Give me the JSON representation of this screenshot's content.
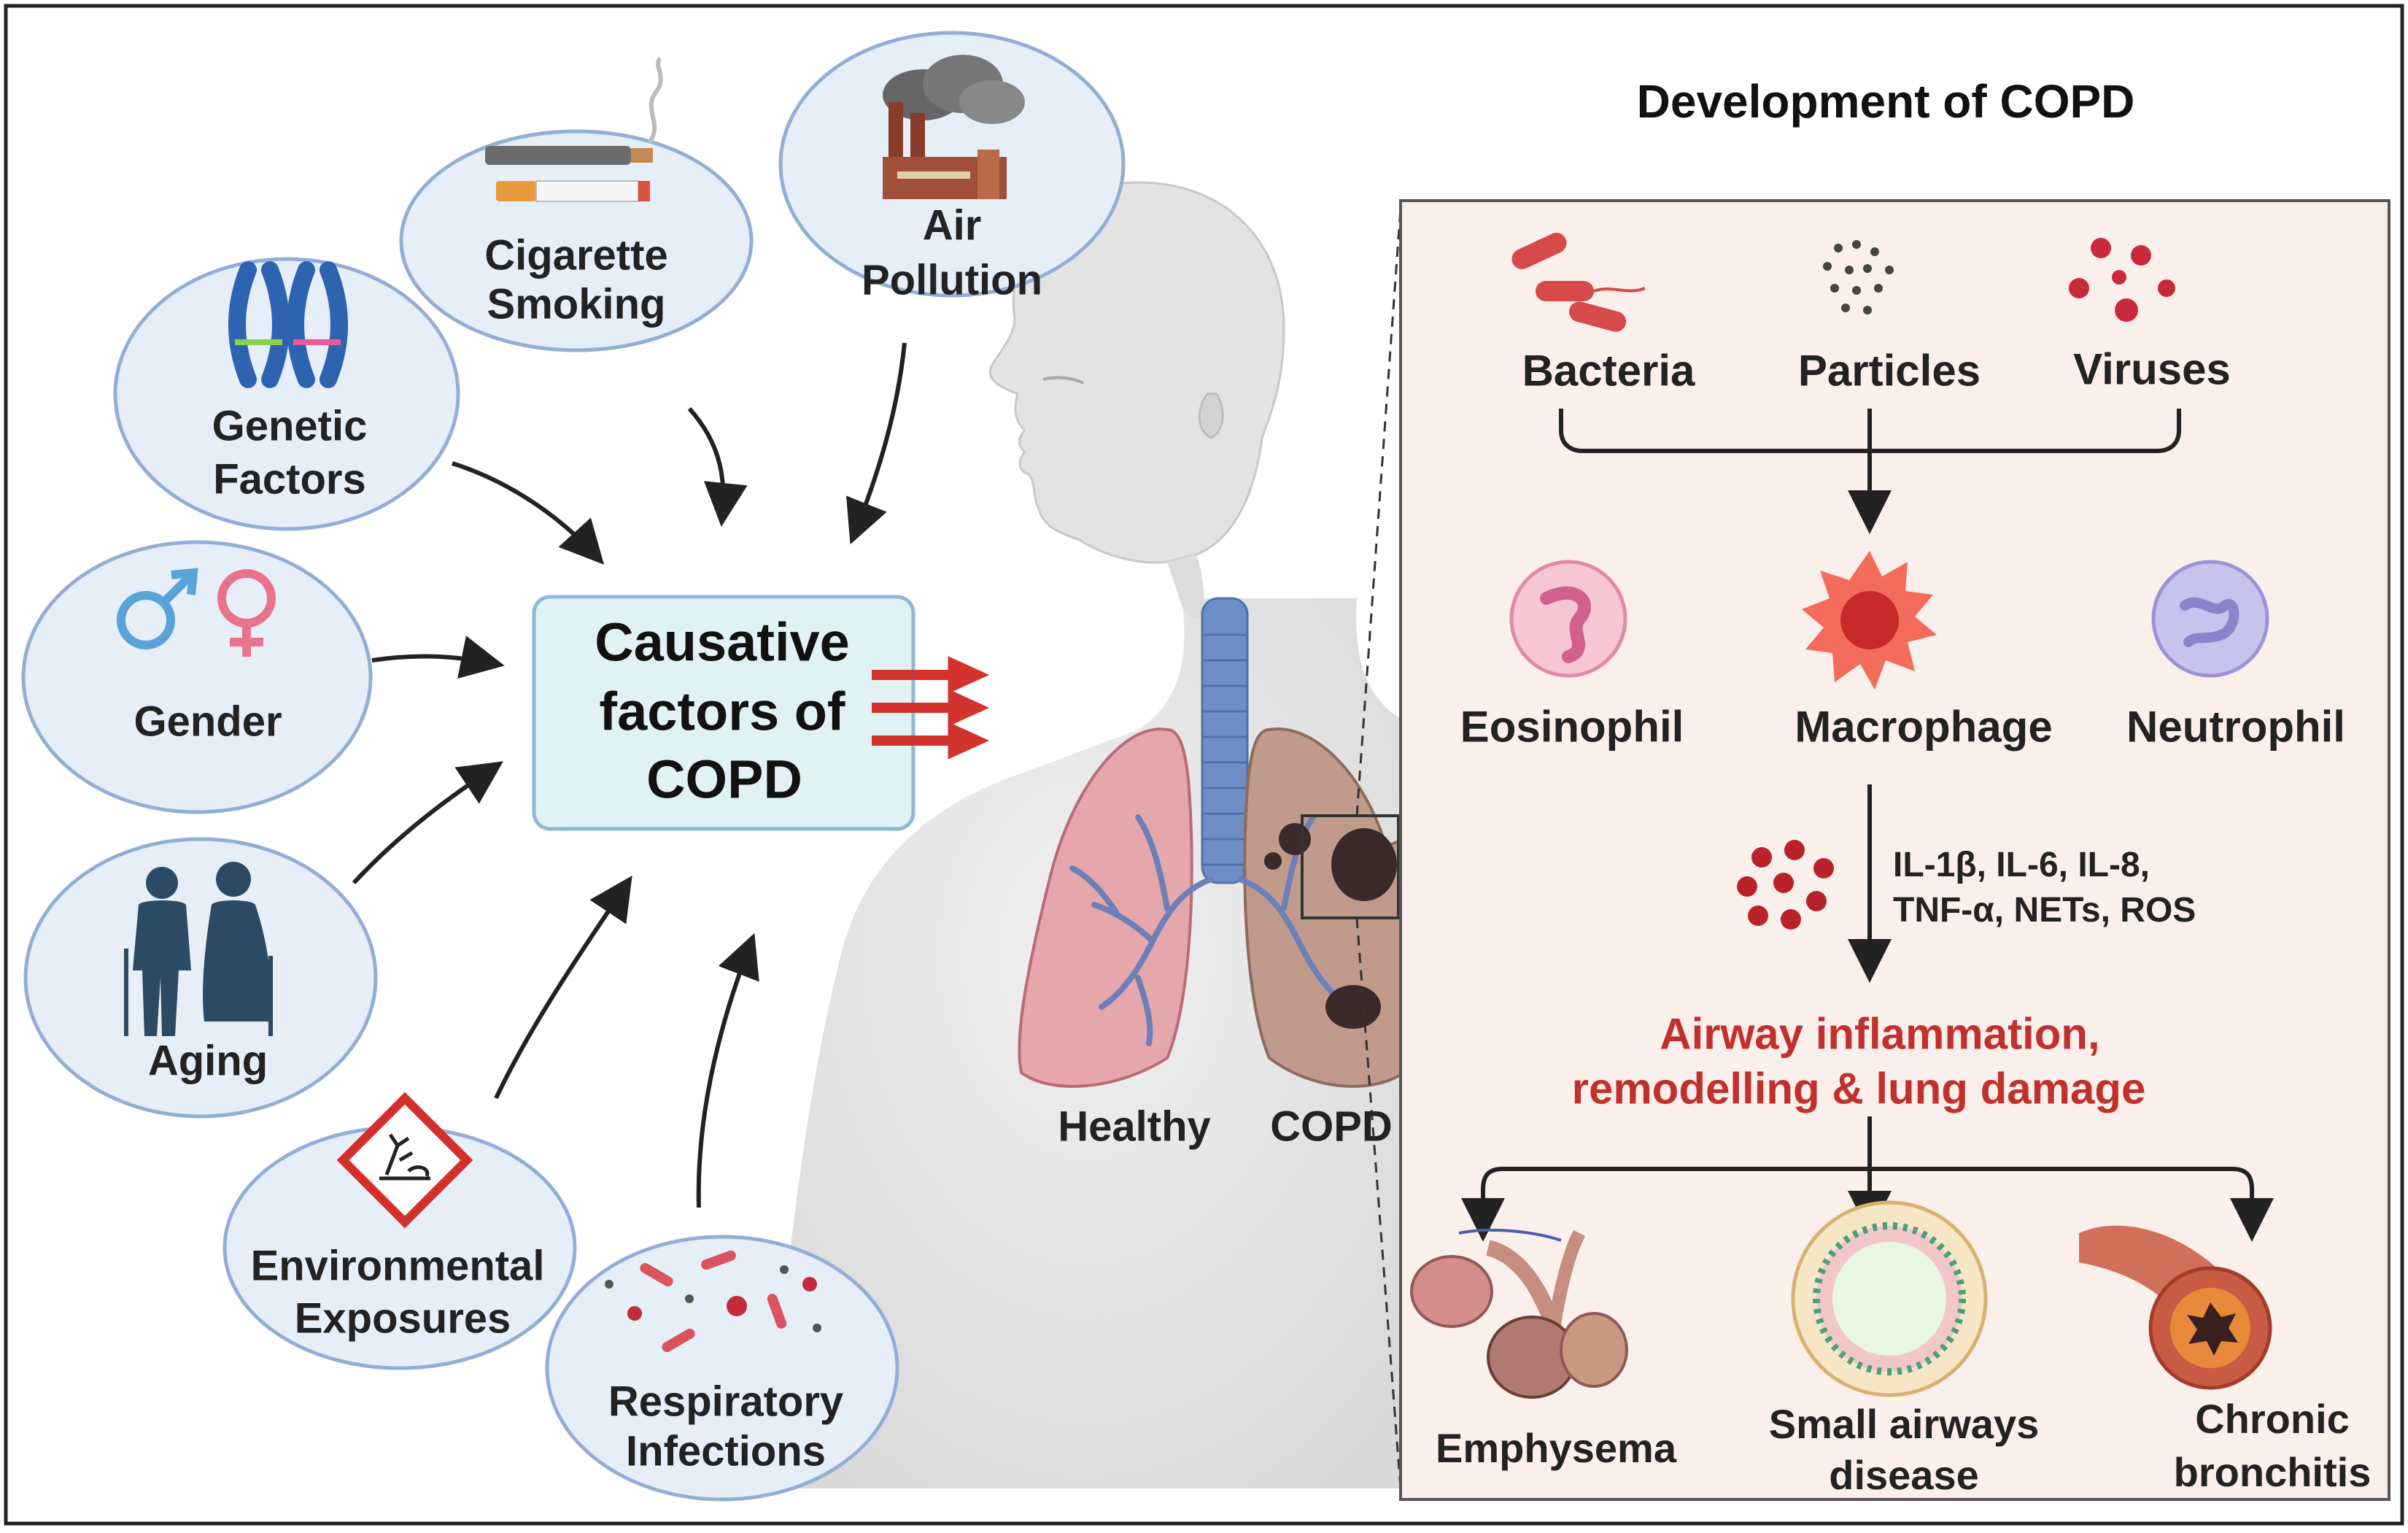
{
  "risk_factors": {
    "cigarette": [
      "Cigarette",
      "Smoking"
    ],
    "air_pollution": [
      "Air",
      "Pollution"
    ],
    "genetic": [
      "Genetic",
      "Factors"
    ],
    "gender": "Gender",
    "aging": "Aging",
    "environmental": [
      "Environmental",
      "Exposures"
    ],
    "respiratory": [
      "Respiratory",
      "Infections"
    ]
  },
  "center_box": [
    "Causative",
    "factors of",
    "COPD"
  ],
  "lung_labels": {
    "healthy": "Healthy",
    "copd": "COPD"
  },
  "development": {
    "title": "Development of COPD",
    "triggers": [
      "Bacteria",
      "Particles",
      "Viruses"
    ],
    "cells": [
      "Eosinophil",
      "Macrophage",
      "Neutrophil"
    ],
    "mediators": [
      "IL-1β, IL-6, IL-8,",
      "TNF-α, NETs, ROS"
    ],
    "outcome": [
      "Airway inflammation,",
      "remodelling & lung damage"
    ],
    "diseases": {
      "emphysema": "Emphysema",
      "small_airways": [
        "Small airways",
        "disease"
      ],
      "bronchitis": [
        "Chronic",
        "bronchitis"
      ]
    }
  },
  "colors": {
    "circle_fill": "#e6eef8",
    "circle_stroke": "#93aed6",
    "box_fill": "#e1f2f4",
    "panel_fill": "#fbefec",
    "outcome_red": "#c0312d",
    "arrow_red": "#d2332c"
  }
}
